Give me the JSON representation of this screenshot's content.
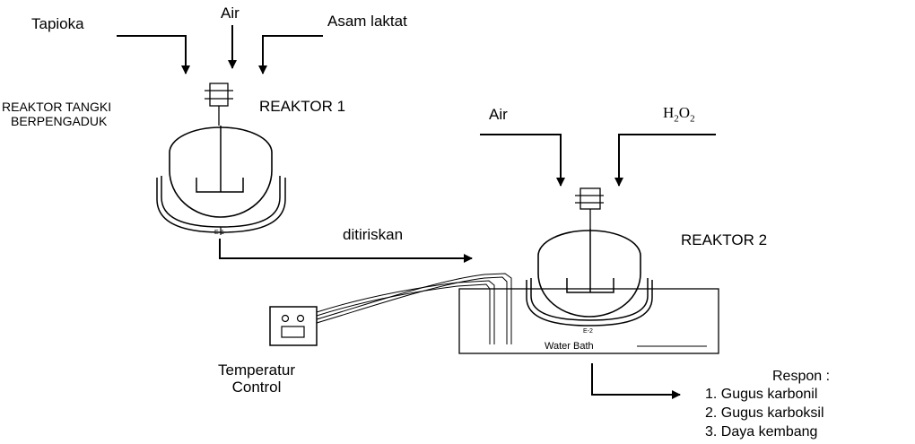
{
  "inputs_reactor1": {
    "tapioka": "Tapioka",
    "air": "Air",
    "asam_laktat": "Asam laktat"
  },
  "reactor1": {
    "type_line1": "REAKTOR TANGKI",
    "type_line2": "BERPENGADUK",
    "title": "REAKTOR 1",
    "tag": "E-1"
  },
  "transfer_label": "ditiriskan",
  "inputs_reactor2": {
    "air": "Air",
    "h2o2": {
      "base1": "H",
      "sub1": "2",
      "base2": "O",
      "sub2": "2"
    }
  },
  "reactor2": {
    "title": "REAKTOR 2",
    "tag": "E-2",
    "water_bath": "Water Bath"
  },
  "temperature_control": {
    "line1": "Temperatur",
    "line2": "Control"
  },
  "responses": {
    "title": "Respon :",
    "items": [
      "1. Gugus karbonil",
      "2. Gugus karboksil",
      "3. Daya kembang"
    ]
  }
}
